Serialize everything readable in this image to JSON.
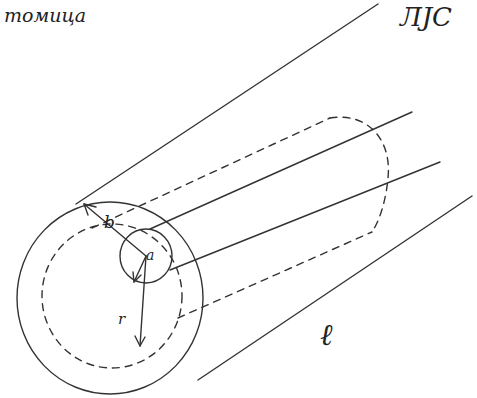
{
  "diagram": {
    "labels": [
      "томица",
      "ЛЈС",
      "b",
      "a",
      "r",
      "ℓ"
    ]
  }
}
